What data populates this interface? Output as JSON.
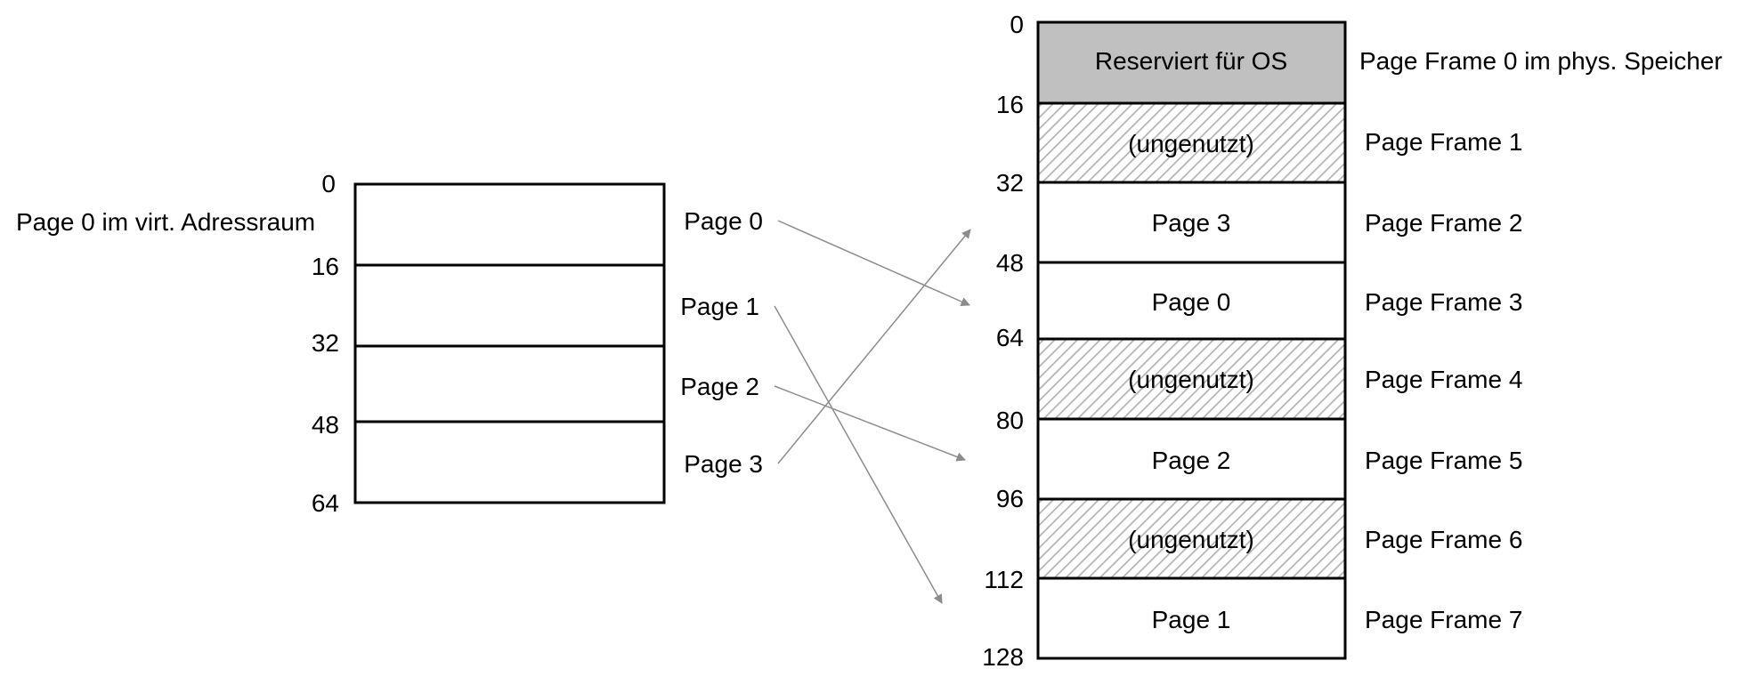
{
  "colors": {
    "border": "#000000",
    "reserved_fill": "#c0c0c0",
    "hatch_stripe": "#b4b4b4",
    "arrow": "#8c8c8c"
  },
  "virtual": {
    "caption": "Page 0 im virt. Adressraum",
    "addresses": [
      "0",
      "16",
      "32",
      "48",
      "64"
    ],
    "pages": [
      "Page 0",
      "Page 1",
      "Page 2",
      "Page 3"
    ]
  },
  "physical": {
    "addresses": [
      "0",
      "16",
      "32",
      "48",
      "64",
      "80",
      "96",
      "112",
      "128"
    ],
    "frames": [
      {
        "content": "Reserviert für OS",
        "kind": "reserved",
        "label": "Page Frame 0 im phys. Speicher"
      },
      {
        "content": "(ungenutzt)",
        "kind": "unused",
        "label": "Page Frame 1"
      },
      {
        "content": "Page 3",
        "kind": "page",
        "label": "Page Frame 2"
      },
      {
        "content": "Page 0",
        "kind": "page",
        "label": "Page Frame 3"
      },
      {
        "content": "(ungenutzt)",
        "kind": "unused",
        "label": "Page Frame 4"
      },
      {
        "content": "Page 2",
        "kind": "page",
        "label": "Page Frame 5"
      },
      {
        "content": "(ungenutzt)",
        "kind": "unused",
        "label": "Page Frame 6"
      },
      {
        "content": "Page 1",
        "kind": "page",
        "label": "Page Frame 7"
      }
    ]
  },
  "mapping": [
    {
      "page": "Page 0",
      "frame": "Page Frame 3"
    },
    {
      "page": "Page 1",
      "frame": "Page Frame 7"
    },
    {
      "page": "Page 2",
      "frame": "Page Frame 5"
    },
    {
      "page": "Page 3",
      "frame": "Page Frame 2"
    }
  ]
}
